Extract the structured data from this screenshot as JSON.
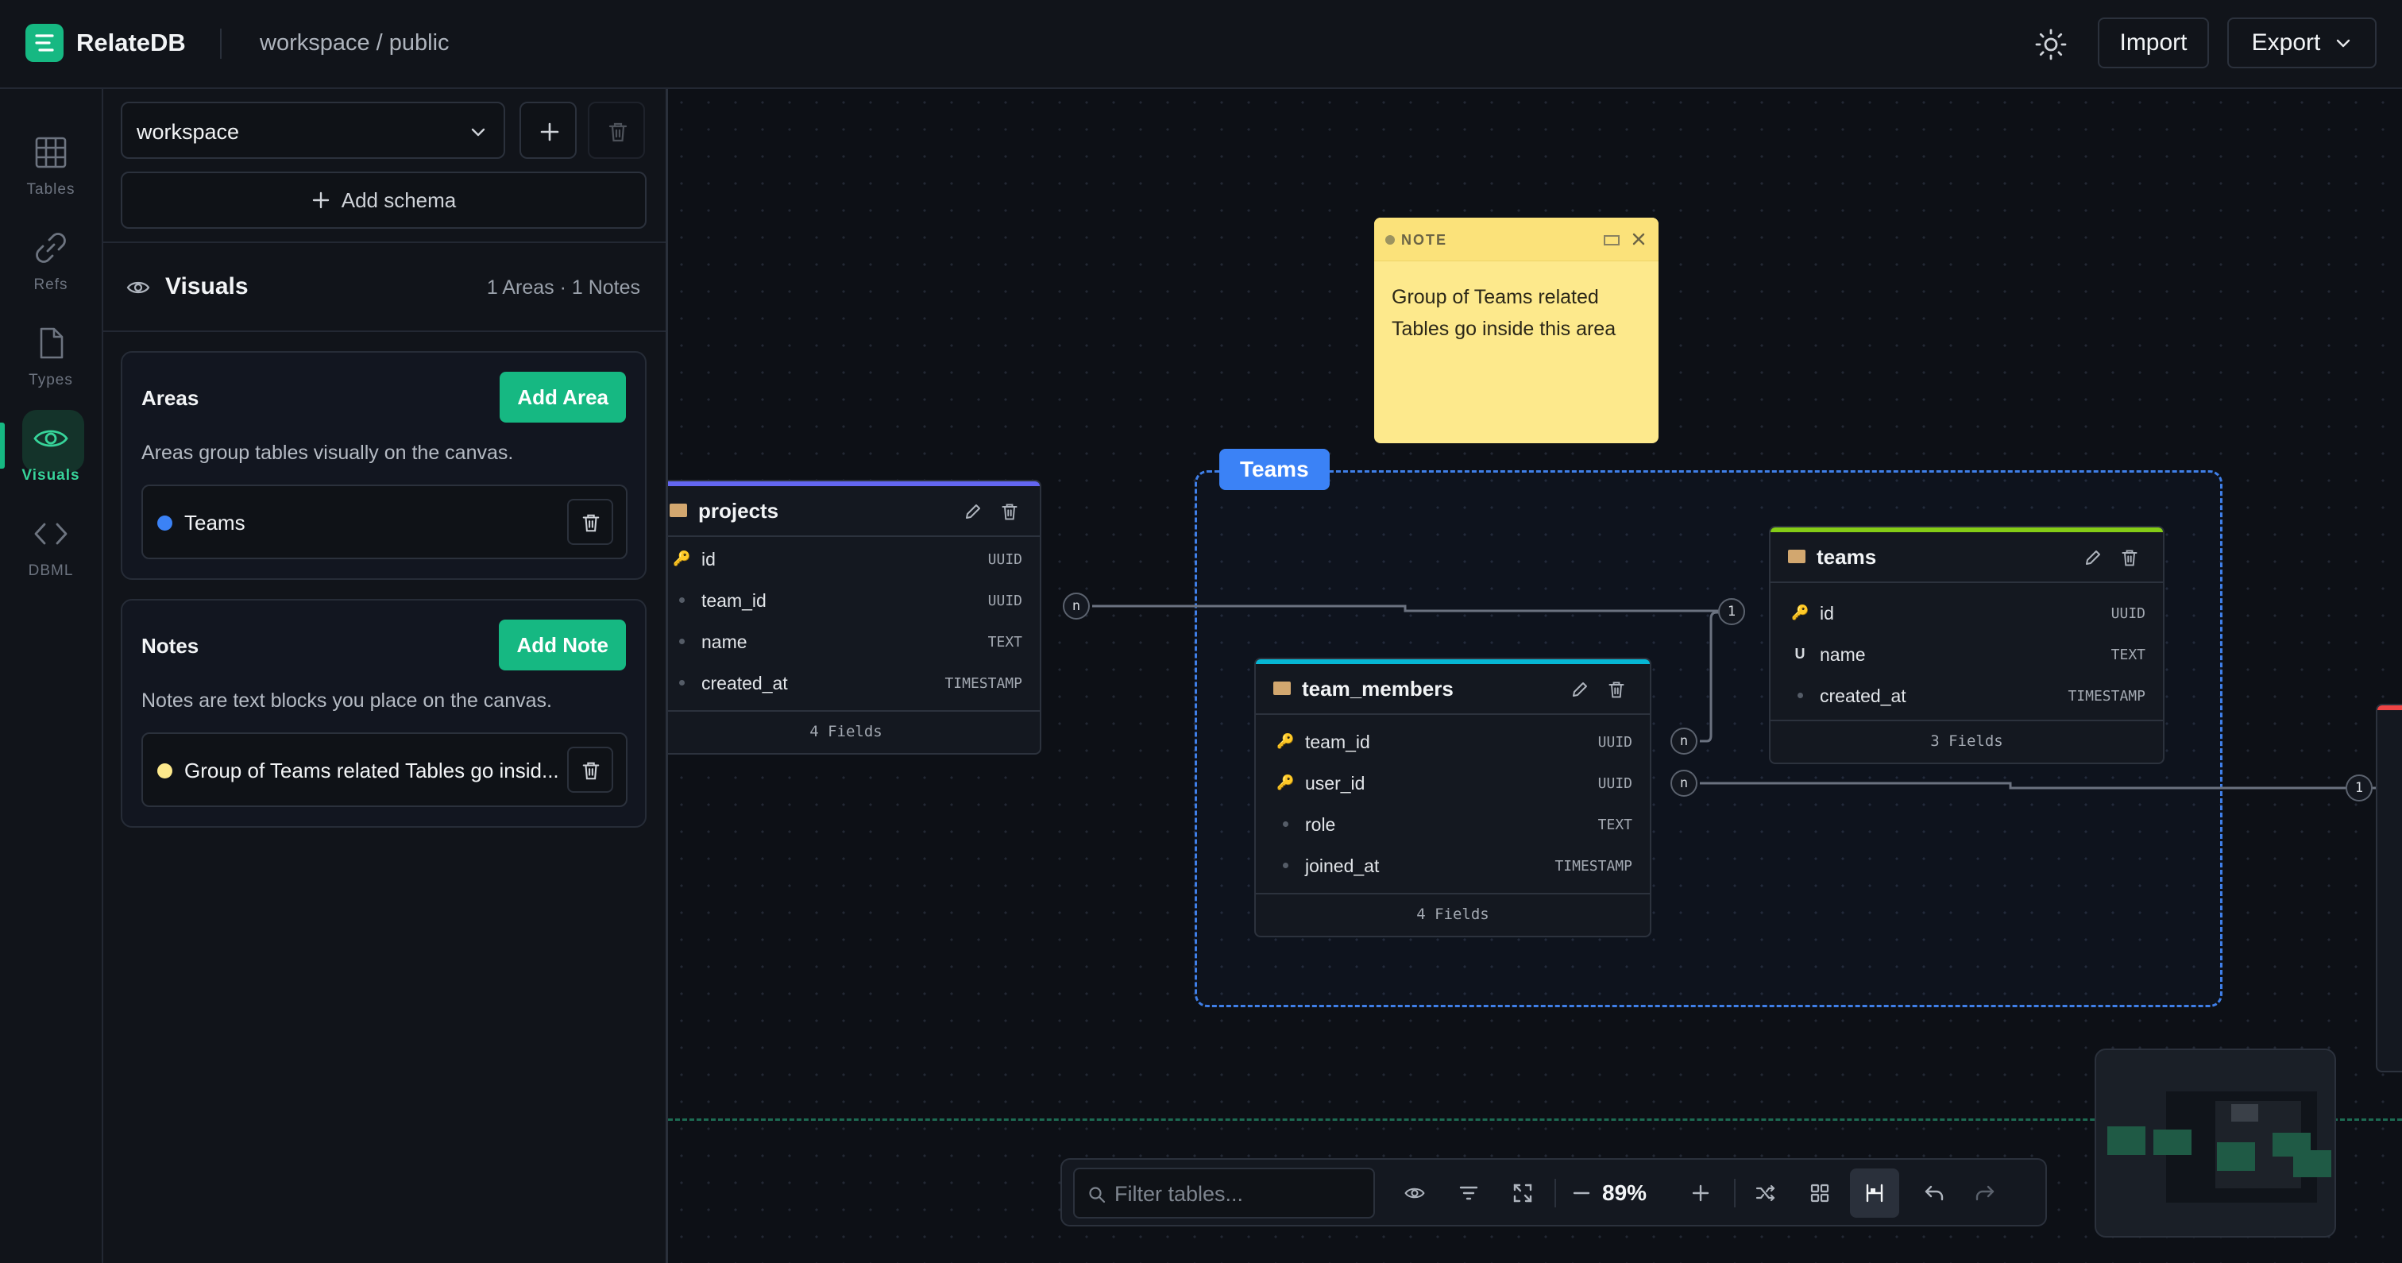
{
  "app": {
    "name": "RelateDB",
    "breadcrumb": "workspace / public"
  },
  "header": {
    "import_label": "Import",
    "export_label": "Export",
    "theme_icon": "sun-icon"
  },
  "rail": {
    "items": [
      {
        "label": "Tables",
        "icon": "table-icon"
      },
      {
        "label": "Refs",
        "icon": "link-icon"
      },
      {
        "label": "Types",
        "icon": "file-icon"
      },
      {
        "label": "Visuals",
        "icon": "eye-icon",
        "active": true
      },
      {
        "label": "DBML",
        "icon": "code-icon"
      }
    ]
  },
  "sidebar": {
    "schema_selected": "workspace",
    "add_schema_label": "Add schema",
    "visuals_title": "Visuals",
    "visuals_count": "1 Areas · 1 Notes",
    "areas": {
      "title": "Areas",
      "add_label": "Add Area",
      "description": "Areas group tables visually on the canvas.",
      "items": [
        {
          "name": "Teams",
          "color": "#3b82f6"
        }
      ]
    },
    "notes": {
      "title": "Notes",
      "add_label": "Add Note",
      "description": "Notes are text blocks you place on the canvas.",
      "items": [
        {
          "text": "Group of Teams related Tables go insid...",
          "color": "#fde98c"
        }
      ]
    }
  },
  "canvas": {
    "area": {
      "label": "Teams",
      "color": "#3b82f6"
    },
    "note": {
      "label": "NOTE",
      "text": "Group of Teams related Tables go inside this area"
    },
    "tables": {
      "projects": {
        "name": "projects",
        "accent": "#6366f1",
        "fields": [
          {
            "name": "id",
            "type": "UUID",
            "marker": "key"
          },
          {
            "name": "team_id",
            "type": "UUID",
            "marker": "dot"
          },
          {
            "name": "name",
            "type": "TEXT",
            "marker": "dot"
          },
          {
            "name": "created_at",
            "type": "TIMESTAMP",
            "marker": "dot"
          }
        ],
        "footer": "4 Fields"
      },
      "team_members": {
        "name": "team_members",
        "accent": "#06b6d4",
        "fields": [
          {
            "name": "team_id",
            "type": "UUID",
            "marker": "key"
          },
          {
            "name": "user_id",
            "type": "UUID",
            "marker": "key"
          },
          {
            "name": "role",
            "type": "TEXT",
            "marker": "dot"
          },
          {
            "name": "joined_at",
            "type": "TIMESTAMP",
            "marker": "dot"
          }
        ],
        "footer": "4 Fields"
      },
      "teams": {
        "name": "teams",
        "accent": "#84cc16",
        "fields": [
          {
            "name": "id",
            "type": "UUID",
            "marker": "key"
          },
          {
            "name": "name",
            "type": "TEXT",
            "marker": "U"
          },
          {
            "name": "created_at",
            "type": "TIMESTAMP",
            "marker": "dot"
          }
        ],
        "footer": "3 Fields"
      }
    },
    "relations": [
      {
        "from": "projects.team_id",
        "to": "teams.id",
        "from_card": "n",
        "to_card": "1"
      },
      {
        "from": "team_members.team_id",
        "to": "teams.id",
        "from_card": "n",
        "to_card": "1"
      },
      {
        "from": "team_members.user_id",
        "to": "offscreen",
        "from_card": "n",
        "to_card": "1"
      }
    ]
  },
  "toolbar": {
    "filter_placeholder": "Filter tables...",
    "zoom": "89%"
  }
}
